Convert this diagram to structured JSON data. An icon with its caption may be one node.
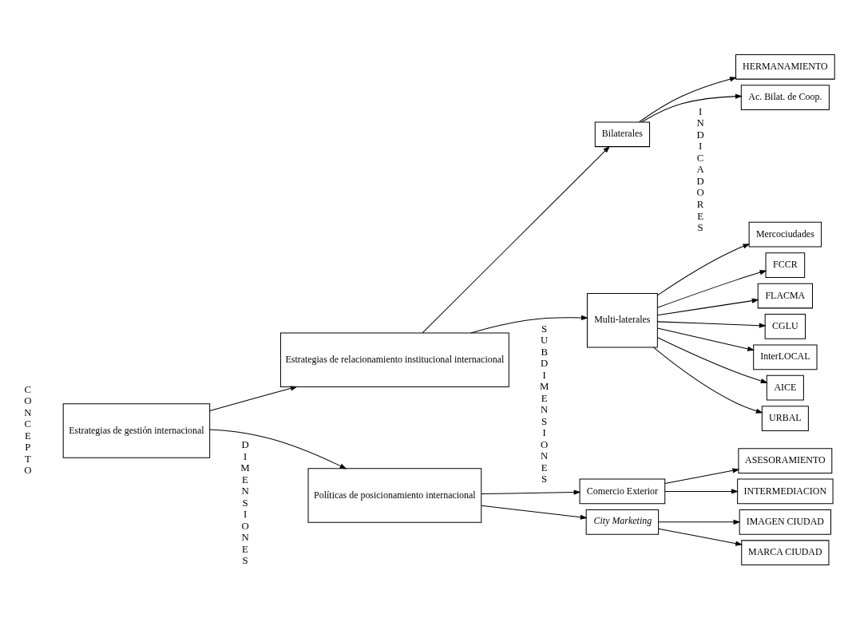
{
  "diagram": {
    "nodes": [
      {
        "text": [
          "Estrategias de gestión internacional"
        ]
      },
      {
        "text": [
          "Estrategias de relacionamiento institucional internacional"
        ]
      },
      {
        "text": [
          "Políticas de posicionamiento internacional"
        ]
      },
      {
        "text": [
          "Bilaterales"
        ]
      },
      {
        "text": [
          "Multi-laterales"
        ]
      },
      {
        "text": [
          "Comercio Exterior"
        ]
      },
      {
        "text": [
          "City Marketing"
        ]
      },
      {
        "text": [
          "HERMANAMIENTO"
        ]
      },
      {
        "text": [
          "Ac. Bilat. de Coop."
        ]
      },
      {
        "text": [
          "Mercociudades"
        ]
      },
      {
        "text": [
          "FCCR"
        ]
      },
      {
        "text": [
          "FLACMA"
        ]
      },
      {
        "text": [
          "CGLU"
        ]
      },
      {
        "text": [
          "InterLOCAL"
        ]
      },
      {
        "text": [
          "AICE"
        ]
      },
      {
        "text": [
          "URBAL"
        ]
      },
      {
        "text": [
          "ASESORAMIENTO"
        ]
      },
      {
        "text": [
          "INTERMEDIACION"
        ]
      },
      {
        "text": [
          "IMAGEN CIUDAD"
        ]
      },
      {
        "text": [
          "MARCA CIUDAD"
        ]
      }
    ],
    "edges": [
      {
        "from": 0,
        "to": 1,
        "arrow": "to"
      },
      {
        "from": 0,
        "to": 2,
        "arrow": "to"
      },
      {
        "from": 1,
        "to": 3,
        "arrow": "to"
      },
      {
        "from": 1,
        "to": 4,
        "arrow": "to"
      },
      {
        "from": 2,
        "to": 5,
        "arrow": "to"
      },
      {
        "from": 2,
        "to": 6,
        "arrow": "to"
      },
      {
        "from": 3,
        "to": 7,
        "arrow": "to"
      },
      {
        "from": 3,
        "to": 8,
        "arrow": "to"
      },
      {
        "from": 4,
        "to": 9,
        "arrow": "to"
      },
      {
        "from": 4,
        "to": 10,
        "arrow": "to"
      },
      {
        "from": 4,
        "to": 11,
        "arrow": "to"
      },
      {
        "from": 4,
        "to": 12,
        "arrow": "to"
      },
      {
        "from": 4,
        "to": 13,
        "arrow": "to"
      },
      {
        "from": 4,
        "to": 14,
        "arrow": "to"
      },
      {
        "from": 4,
        "to": 15,
        "arrow": "to"
      },
      {
        "from": 5,
        "to": 16,
        "arrow": "to"
      },
      {
        "from": 5,
        "to": 17,
        "arrow": "to"
      },
      {
        "from": 6,
        "to": 18,
        "arrow": "to"
      },
      {
        "from": 6,
        "to": 19,
        "arrow": "to"
      }
    ],
    "labels": [
      "C O N C E P T O",
      "D I M E N S I O N E S",
      "S U B D I M E N S I O N E S",
      "I N D I C A D O R E S"
    ]
  }
}
